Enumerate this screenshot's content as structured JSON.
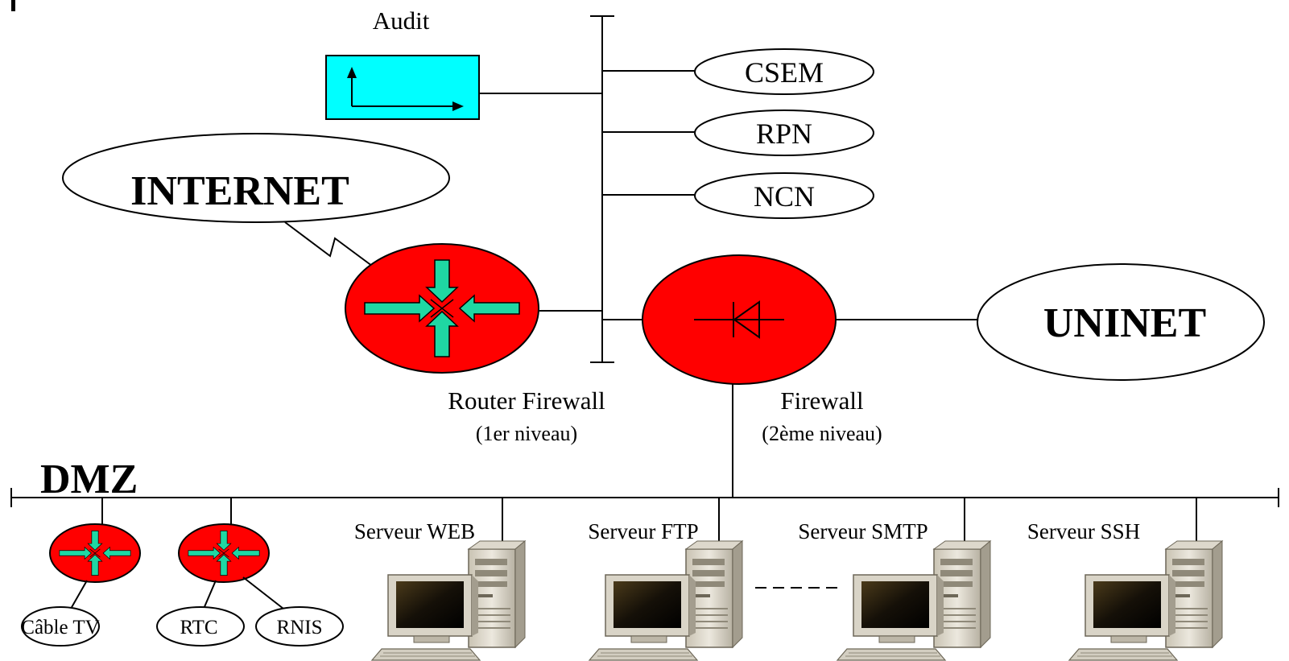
{
  "audit": {
    "label": "Audit"
  },
  "networks": {
    "csem": "CSEM",
    "rpn": "RPN",
    "ncn": "NCN",
    "internet": "INTERNET",
    "uninet": "UNINET"
  },
  "router_firewall": {
    "label": "Router Firewall",
    "sublabel": "(1er niveau)"
  },
  "firewall": {
    "label": "Firewall",
    "sublabel": "(2ème niveau)"
  },
  "dmz": {
    "label": "DMZ",
    "servers": [
      {
        "label": "Serveur WEB"
      },
      {
        "label": "Serveur FTP"
      },
      {
        "label": "Serveur SMTP"
      },
      {
        "label": "Serveur SSH"
      }
    ],
    "access": {
      "cable_tv": "Câble TV",
      "rtc": "RTC",
      "rnis": "RNIS"
    }
  },
  "colors": {
    "router_fill": "#ff0000",
    "arrow_fill": "#1fd7a3",
    "audit_fill": "#00ffff"
  }
}
